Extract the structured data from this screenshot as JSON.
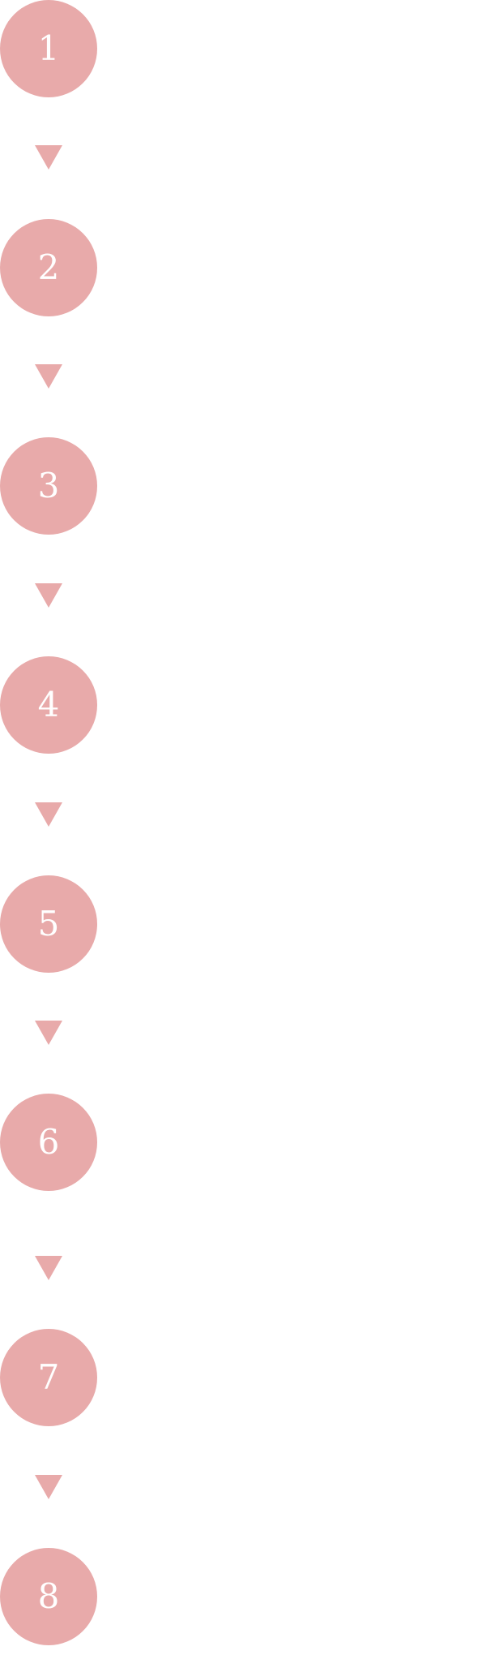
{
  "steps": [
    {
      "number": "1"
    },
    {
      "number": "2"
    },
    {
      "number": "3"
    },
    {
      "number": "4"
    },
    {
      "number": "5"
    },
    {
      "number": "6"
    },
    {
      "number": "7"
    },
    {
      "number": "8"
    }
  ],
  "colors": {
    "circle": "#e8aaaa",
    "arrow": "#e8aaaa",
    "number_text": "#ffffff",
    "background": "#ffffff"
  },
  "icons": {
    "arrow": "triangle-down-icon"
  }
}
